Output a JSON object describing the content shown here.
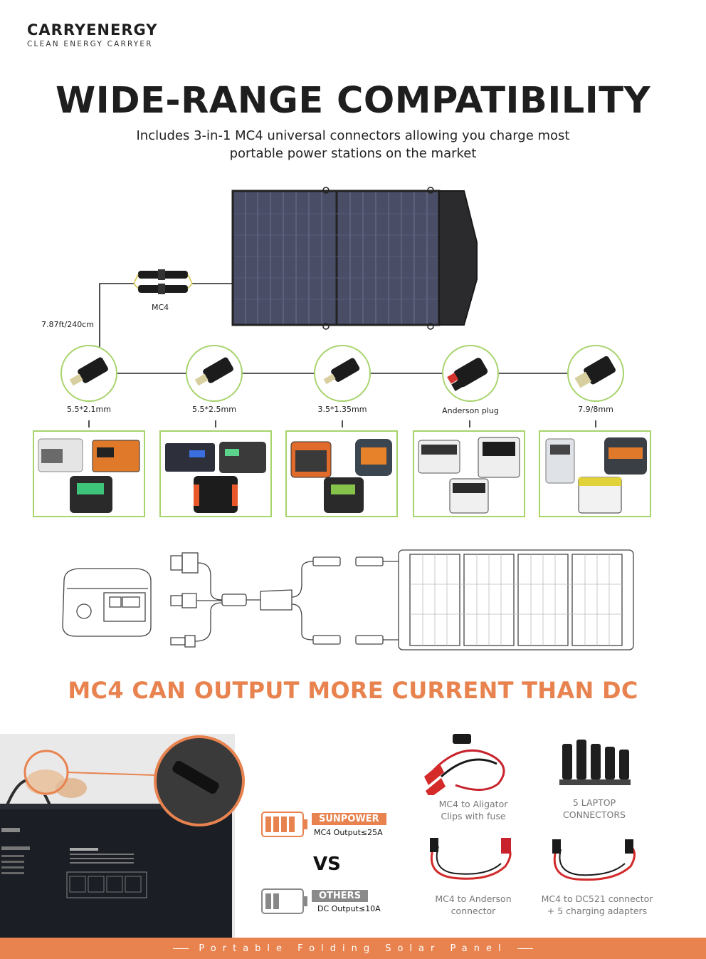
{
  "brand": {
    "name": "CARRYENERGY",
    "tagline": "CLEAN ENERGY CARRYER"
  },
  "header": {
    "title": "WIDE-RANGE COMPATIBILITY",
    "subtitle_line1": "Includes 3-in-1 MC4 universal connectors allowing you charge most",
    "subtitle_line2": "portable power stations on the market"
  },
  "diagram": {
    "mc4_label": "MC4",
    "cable_length": "7.87ft/240cm",
    "connectors": [
      {
        "label": "5.5*2.1mm",
        "icon": "barrel-plug-icon"
      },
      {
        "label": "5.5*2.5mm",
        "icon": "barrel-plug-icon"
      },
      {
        "label": "3.5*1.35mm",
        "icon": "barrel-plug-icon"
      },
      {
        "label": "Anderson plug",
        "icon": "anderson-plug-icon"
      },
      {
        "label": "7.9/8mm",
        "icon": "barrel-plug-icon"
      }
    ]
  },
  "section2": {
    "title": "MC4 CAN OUTPUT MORE CURRENT THAN DC"
  },
  "comparison": {
    "brand_a": "SUNPOWER",
    "brand_a_spec": "MC4 Output≤25A",
    "vs": "VS",
    "brand_b": "OTHERS",
    "brand_b_spec": "DC Output≤10A"
  },
  "accessories": [
    {
      "line1": "MC4 to Aligator",
      "line2": "Clips with fuse"
    },
    {
      "line1": "5 LAPTOP",
      "line2": "CONNECTORS"
    },
    {
      "line1": "MC4 to Anderson",
      "line2": "connector"
    },
    {
      "line1": "MC4 to DC521 connector",
      "line2": "+ 5 charging adapters"
    }
  ],
  "footer": {
    "text": "Portable Folding Solar Panel"
  },
  "colors": {
    "accent": "#e8834f",
    "green_border": "#a7d36b",
    "dark": "#1e1e1e"
  }
}
